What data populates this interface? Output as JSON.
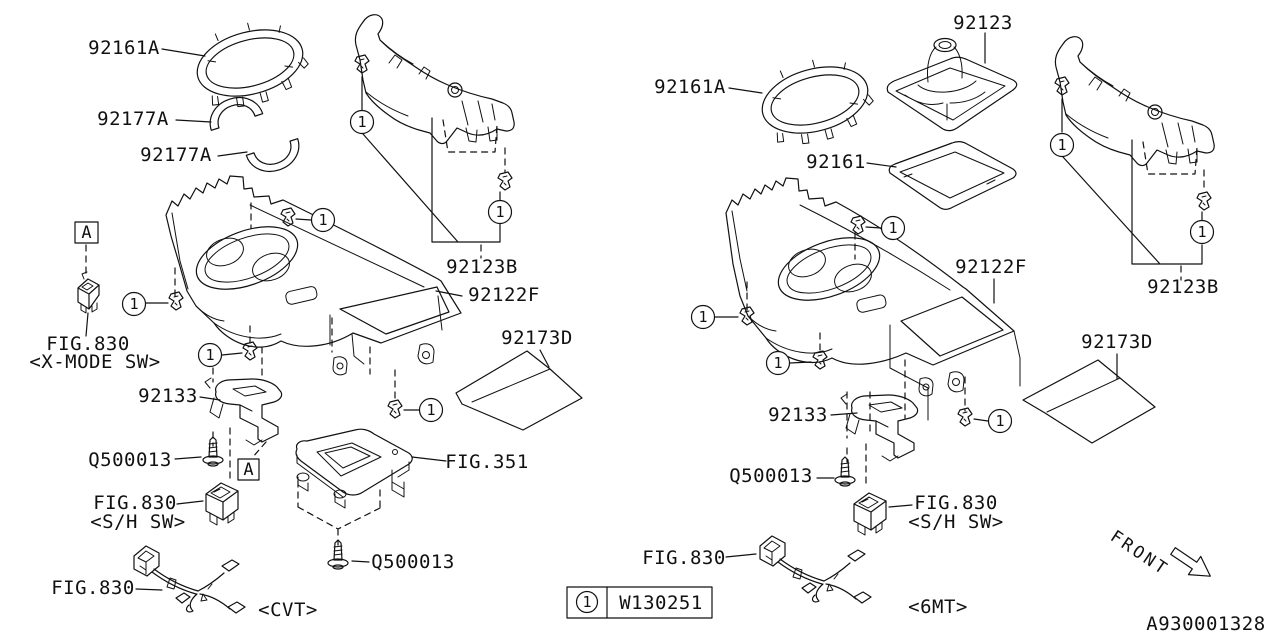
{
  "diagram_id": "A930001328",
  "front_label": "FRONT",
  "callout": "1",
  "legend": {
    "marker": "1",
    "part_number": "W130251"
  },
  "left": {
    "variant": "<CVT>",
    "bezel": "92161A",
    "trim_upper": "92177A",
    "trim_lower": "92177A",
    "side_panel": "92123B",
    "console": "92122F",
    "mat": "92173D",
    "bracket": "92133",
    "screw": "Q500013",
    "screw_lower": "Q500013",
    "fig_xmode": "FIG.830",
    "fig_xmode_caption": "<X-MODE SW>",
    "fig_sh": "FIG.830",
    "fig_sh_caption": "<S/H SW>",
    "fig_shift_plate": "FIG.351",
    "fig_harness": "FIG.830",
    "callout_a": "A",
    "callout_a2": "A"
  },
  "right": {
    "variant": "<6MT>",
    "boot": "92123",
    "bezel": "92161A",
    "ring": "92161",
    "side_panel": "92123B",
    "console": "92122F",
    "mat": "92173D",
    "bracket": "92133",
    "screw": "Q500013",
    "fig_sh": "FIG.830",
    "fig_sh_caption": "<S/H SW>",
    "fig_harness": "FIG.830"
  }
}
